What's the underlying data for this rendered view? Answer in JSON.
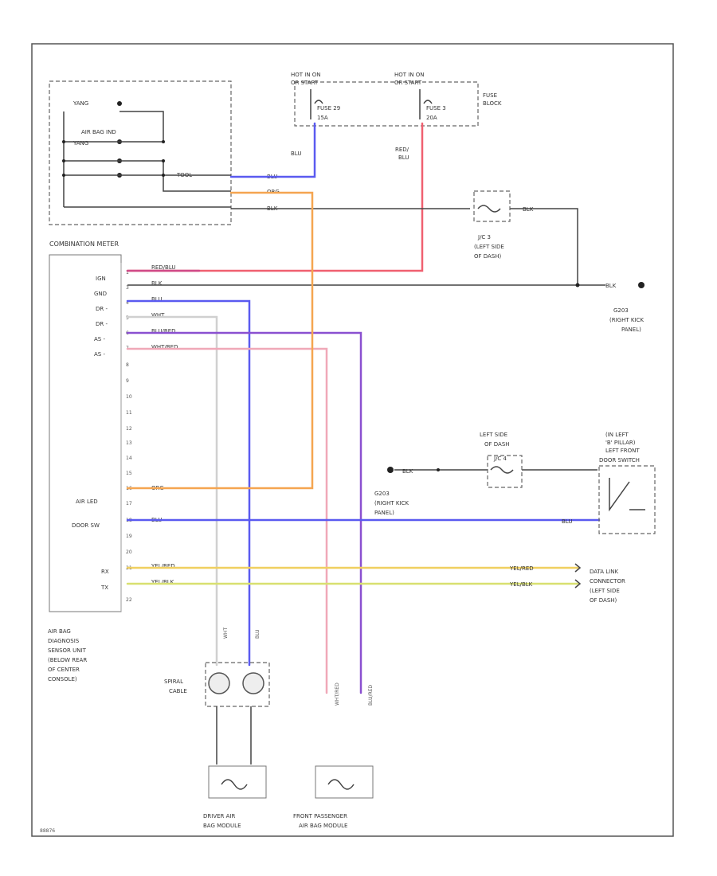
{
  "colors": {
    "blue": "#5a5af0",
    "red": "#f06070",
    "orange": "#f5a550",
    "magenta": "#d04a88",
    "purple": "#8a50d0",
    "pink": "#f0a8b8",
    "yellow": "#f0d060",
    "yellow_green": "#d8e070",
    "white_wire": "#d0d0d0",
    "black": "#444444"
  },
  "fuse_block": {
    "hot1": "HOT IN ON",
    "hot1b": "OR START",
    "hot2": "HOT IN ON",
    "hot2b": "OR START",
    "fuse1": "FUSE 29",
    "fuse1b": "15A",
    "fuse2": "FUSE 3",
    "fuse2b": "20A",
    "block": "FUSE",
    "block2": "BLOCK",
    "wire1": "BLU",
    "wire2a": "RED/",
    "wire2b": "BLU"
  },
  "meter_box": {
    "label1": "YANG",
    "label2": "AIR BAG IND",
    "label3": "YANG",
    "label4": "TOOL",
    "wire_a": "BLU",
    "wire_b": "ORG",
    "wire_c": "BLK"
  },
  "combination_meter": "COMBINATION METER",
  "ground_j": {
    "l1": "J/C 3",
    "l2": "(LEFT SIDE",
    "l3": "OF DASH)",
    "wire": "BLK"
  },
  "ground_right": {
    "wire": "BLK",
    "l1": "G203",
    "l2": "(RIGHT KICK",
    "l3": "PANEL)"
  },
  "unit_pins": {
    "ign": "IGN",
    "gnd": "GND",
    "dr_minus": "DR -",
    "dr_plus": "DR -",
    "as_minus": "AS -",
    "as_plus": "AS -",
    "air_led": "AIR LED",
    "door_sw": "DOOR SW",
    "rx": "RX",
    "tx": "TX"
  },
  "pin_numbers": [
    "1",
    "3",
    "4",
    "5",
    "6",
    "7",
    "8",
    "9",
    "10",
    "11",
    "12",
    "13",
    "14",
    "15",
    "16",
    "17",
    "18",
    "19",
    "20",
    "21",
    "22"
  ],
  "unit_wires": {
    "ign": "RED/BLU",
    "gnd": "BLK",
    "dr_minus": "BLU",
    "dr_plus": "WHT",
    "as_minus": "BLU/RED",
    "as_plus": "WHT/RED",
    "air_led": "ORG",
    "door_sw": "BLU",
    "rx": "YEL/RED",
    "tx": "YEL/BLK"
  },
  "door_switch": {
    "l1": "LEFT SIDE",
    "l2": "OF DASH",
    "jc": "J/C 4",
    "l3": "(IN LEFT",
    "l4": "'B' PILLAR)",
    "l5": "LEFT FRONT",
    "l6": "DOOR SWITCH",
    "wire_blu": "BLU",
    "wire_blk": "BLK",
    "g": "G203",
    "g2": "(RIGHT KICK",
    "g3": "PANEL)"
  },
  "data_link": {
    "w1": "YEL/RED",
    "w2": "YEL/BLK",
    "l1": "DATA LINK",
    "l2": "CONNECTOR",
    "l3": "(LEFT SIDE",
    "l4": "OF DASH)"
  },
  "sensor_unit": {
    "l1": "AIR BAG",
    "l2": "DIAGNOSIS",
    "l3": "SENSOR UNIT",
    "l4": "(BELOW REAR",
    "l5": "OF CENTER",
    "l6": "CONSOLE)"
  },
  "spiral": {
    "l1": "SPIRAL",
    "l2": "CABLE"
  },
  "driver_module": {
    "l1": "DRIVER AIR",
    "l2": "BAG MODULE"
  },
  "passenger_module": {
    "l1": "FRONT PASSENGER",
    "l2": "AIR BAG MODULE"
  },
  "vertical_wires": {
    "wht": "WHT",
    "blu": "BLU",
    "wht_red": "WHT/RED",
    "blu_red": "BLU/RED"
  },
  "footer_code": "88876"
}
